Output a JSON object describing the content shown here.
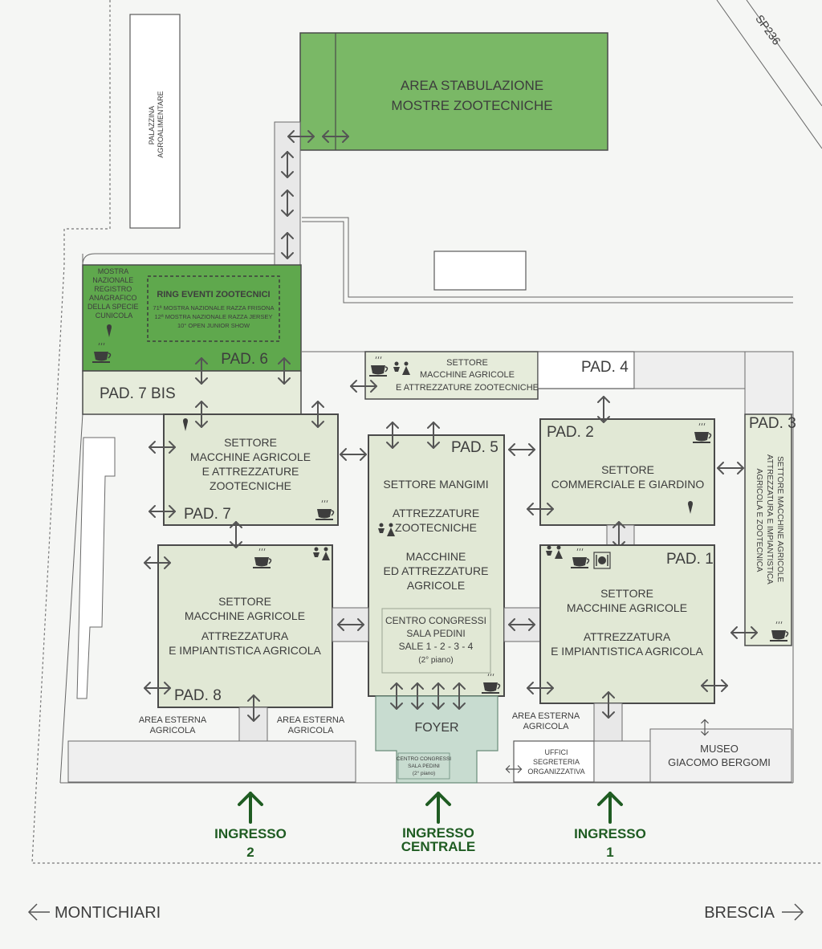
{
  "map": {
    "road": "SP236",
    "palazzina": [
      "PALAZZINA",
      "AGROALIMENTARE"
    ],
    "stabulazione": [
      "AREA STABULAZIONE",
      "MOSTRE ZOOTECNICHE"
    ],
    "mostra_cunicola": [
      "MOSTRA",
      "NAZIONALE",
      "REGISTRO",
      "ANAGRAFICO",
      "DELLA SPECIE",
      "CUNICOLA"
    ],
    "ring": {
      "title": "RING EVENTI ZOOTECNICI",
      "lines": [
        "71ª MOSTRA NAZIONALE RAZZA FRISONA",
        "12ª MOSTRA NAZIONALE RAZZA JERSEY",
        "10° OPEN JUNIOR SHOW"
      ]
    },
    "pad6": "PAD. 6",
    "pad7bis": "PAD. 7 BIS",
    "pad4": {
      "label": "PAD. 4",
      "lines": [
        "SETTORE",
        "MACCHINE AGRICOLE",
        "E ATTREZZATURE ZOOTECNICHE"
      ]
    },
    "pad7": {
      "label": "PAD. 7",
      "lines": [
        "SETTORE",
        "MACCHINE AGRICOLE",
        "E ATTREZZATURE",
        "ZOOTECNICHE"
      ]
    },
    "pad5": {
      "label": "PAD. 5",
      "lines": [
        "SETTORE MANGIMI",
        "",
        "ATTREZZATURE",
        "ZOOTECNICHE",
        "",
        "MACCHINE",
        "ED ATTREZZATURE",
        "AGRICOLE"
      ],
      "congressi": [
        "CENTRO CONGRESSI",
        "SALA PEDINI",
        "SALE 1 - 2 - 3 - 4",
        "(2° piano)"
      ]
    },
    "pad2": {
      "label": "PAD. 2",
      "lines": [
        "SETTORE",
        "COMMERCIALE E GIARDINO"
      ]
    },
    "pad3": {
      "label": "PAD. 3",
      "lines": [
        "SETTORE MACCHINE AGRICOLE",
        "ATTREZZATURA E IMPIANTISTICA",
        "AGRICOLA E ZOOTECNICA"
      ]
    },
    "pad8": {
      "label": "PAD. 8",
      "lines": [
        "SETTORE",
        "MACCHINE AGRICOLE",
        "ATTREZZATURA",
        "E IMPIANTISTICA AGRICOLA"
      ]
    },
    "pad1": {
      "label": "PAD. 1",
      "lines": [
        "SETTORE",
        "MACCHINE AGRICOLE",
        "",
        "ATTREZZATURA",
        "E IMPIANTISTICA AGRICOLA"
      ]
    },
    "area_esterna_left": [
      "AREA ESTERNA",
      "AGRICOLA"
    ],
    "area_esterna_mid": [
      "AREA ESTERNA",
      "AGRICOLA"
    ],
    "area_esterna_right": [
      "AREA ESTERNA",
      "AGRICOLA"
    ],
    "foyer": "FOYER",
    "foyer_congressi": [
      "CENTRO CONGRESSI",
      "SALA PEDINI",
      "(2° piano)"
    ],
    "uffici": [
      "UFFICI",
      "SEGRETERIA",
      "ORGANIZZATIVA"
    ],
    "museo": [
      "MUSEO",
      "GIACOMO BERGOMI"
    ],
    "ingresso2": [
      "INGRESSO",
      "2"
    ],
    "ingresso_centrale": [
      "INGRESSO",
      "CENTRALE"
    ],
    "ingresso1": [
      "INGRESSO",
      "1"
    ],
    "dir_left": "MONTICHIARI",
    "dir_right": "BRESCIA"
  },
  "colors": {
    "hall": "#e1e8d5",
    "stabulazione": "#7ab866",
    "pad6": "#5fa84d",
    "foyer": "#c8dcd0",
    "ingresso": "#1f5c22"
  },
  "icons": [
    "coffee-icon",
    "restroom-icon",
    "restaurant-icon",
    "double-arrow-icon",
    "up-arrow-icon"
  ]
}
